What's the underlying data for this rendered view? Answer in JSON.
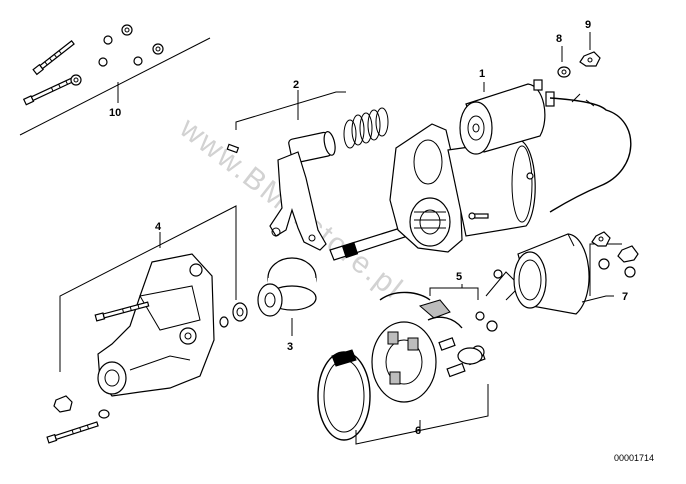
{
  "diagram": {
    "watermark": "www.BMWstore.pl",
    "reference_number": "00001714",
    "callouts": [
      {
        "id": "1",
        "part": "solenoid-switch"
      },
      {
        "id": "2",
        "part": "engaging-lever-with-spring"
      },
      {
        "id": "3",
        "part": "pinion-drive"
      },
      {
        "id": "4",
        "part": "drive-end-bearing-housing"
      },
      {
        "id": "5",
        "part": "brush-holder-springs"
      },
      {
        "id": "6",
        "part": "brush-plate-and-seal"
      },
      {
        "id": "7",
        "part": "end-cap"
      },
      {
        "id": "8",
        "part": "washer"
      },
      {
        "id": "9",
        "part": "nut"
      },
      {
        "id": "10",
        "part": "bolts-and-nuts-set"
      }
    ]
  }
}
